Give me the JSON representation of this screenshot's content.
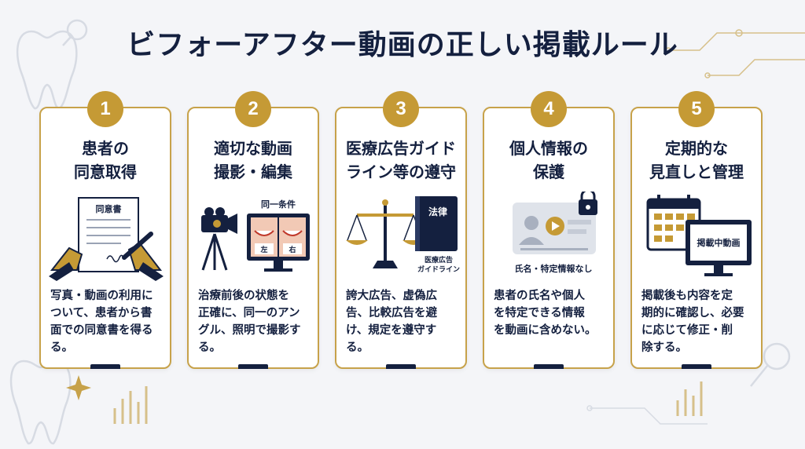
{
  "title": "ビフォーアフター動画の正しい掲載ルール",
  "colors": {
    "navy": "#14203f",
    "gold": "#c59a35",
    "background": "#f4f5f8"
  },
  "cards": [
    {
      "number": "1",
      "title": "患者の\n同意取得",
      "icon": "signing-consent-document-icon",
      "illustration_labels": {
        "document": "同意書"
      },
      "description": "写真・動画の利用に\nついて、患者から書\n面での同意書を得る\nる。"
    },
    {
      "number": "2",
      "title": "適切な動画\n撮影・編集",
      "icon": "video-camera-monitor-icon",
      "illustration_labels": {
        "condition": "同一条件",
        "left": "左",
        "right": "右"
      },
      "description": "治療前後の状態を\n正確に、同一のアン\nグル、照明で撮影す\nる。"
    },
    {
      "number": "3",
      "title": "医療広告ガイド\nライン等の遵守",
      "icon": "scales-law-book-icon",
      "illustration_labels": {
        "book": "法律",
        "guideline": "医療広告\nガイドライン"
      },
      "description": "誇大広告、虚偽広\n告、比較広告を避\nけ、規定を遵守する。"
    },
    {
      "number": "4",
      "title": "個人情報の\n保護",
      "icon": "blurred-video-lock-icon",
      "illustration_labels": {
        "caption": "氏名・特定情報なし"
      },
      "description": "患者の氏名や個人\nを特定できる情報\nを動画に含めない。"
    },
    {
      "number": "5",
      "title": "定期的な\n見直しと管理",
      "icon": "calendar-monitor-icon",
      "illustration_labels": {
        "screen": "掲載中動画"
      },
      "description": "掲載後も内容を定\n期的に確認し、必要\nに応じて修正・削\n除する。"
    }
  ]
}
